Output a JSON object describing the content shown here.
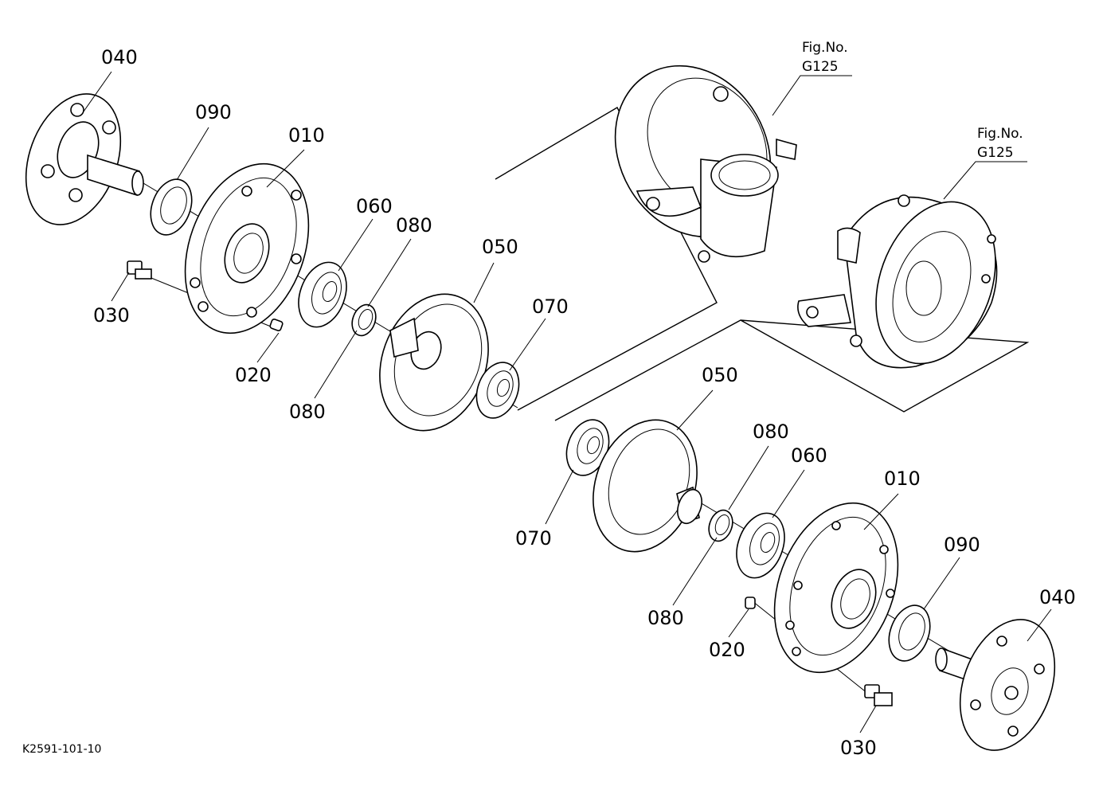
{
  "labels": {
    "l040a": "040",
    "l090a": "090",
    "l010a": "010",
    "l060a": "060",
    "l080a": "080",
    "l050a": "050",
    "l070a": "070",
    "l030a": "030",
    "l020a": "020",
    "l080b": "080",
    "l050b": "050",
    "l080c": "080",
    "l060b": "060",
    "l010b": "010",
    "l090b": "090",
    "l040b": "040",
    "l070b": "070",
    "l080d": "080",
    "l020b": "020",
    "l030b": "030"
  },
  "figure_refs": {
    "ref1_line1": "Fig.No.",
    "ref1_line2": "G125",
    "ref2_line1": "Fig.No.",
    "ref2_line2": "G125"
  },
  "drawing_code": "K2591-101-10"
}
